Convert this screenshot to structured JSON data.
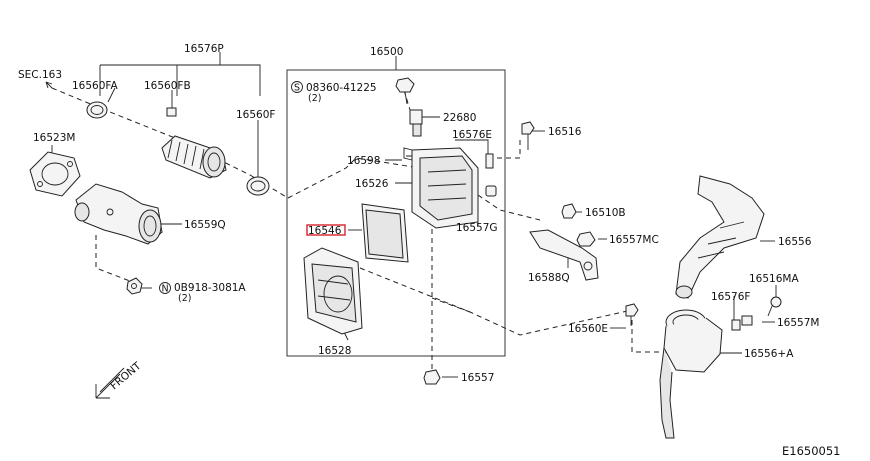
{
  "diagram": {
    "code": "E1650051",
    "front_label": "FRONT",
    "labels": {
      "sec": "SEC.163",
      "p16576P": "16576P",
      "p16560FA": "16560FA",
      "p16560FB": "16560FB",
      "p16560F": "16560F",
      "p16523M": "16523M",
      "p16559Q": "16559Q",
      "p08918": "0B918-3081A",
      "p08918_qty": "(2)",
      "p16500": "16500",
      "p08360": "08360-41225",
      "p08360_qty": "(2)",
      "p22680": "22680",
      "p16576E": "16576E",
      "p16516": "16516",
      "p16598": "16598",
      "p16526": "16526",
      "p16546": "16546",
      "p16557G": "16557G",
      "p16510B": "16510B",
      "p16557MC": "16557MC",
      "p16588Q": "16588Q",
      "p16556": "16556",
      "p16516MA": "16516MA",
      "p16576F": "16576F",
      "p16557M": "16557M",
      "p16560E": "16560E",
      "p16556A": "16556+A",
      "p16528": "16528",
      "p16557": "16557"
    },
    "symbols": {
      "screw": "S",
      "nut": "N"
    },
    "highlight_color": "#d4232a"
  }
}
